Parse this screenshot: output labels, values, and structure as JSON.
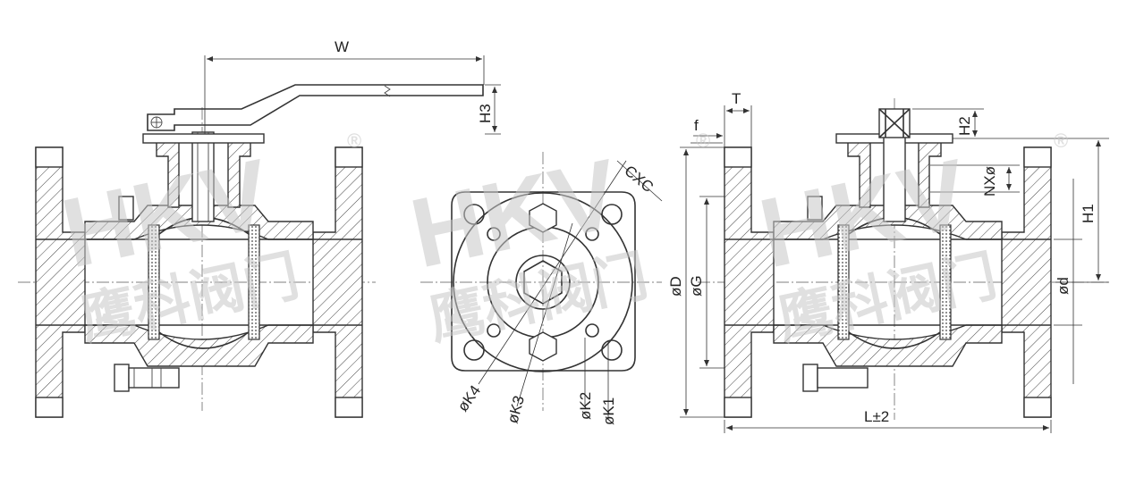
{
  "watermark": {
    "logo": "HKV",
    "subtitle": "鹰科阀门",
    "registered": "®"
  },
  "dimensions": {
    "W": "W",
    "H3": "H3",
    "T": "T",
    "f": "f",
    "H2": "H2",
    "NX_phi": "NXø",
    "H1": "H1",
    "phi_D": "øD",
    "phi_G": "øG",
    "phi_d": "ød",
    "L": "L±2",
    "CXC": "CXC",
    "phi_K4": "øK4",
    "phi_K3": "øK3",
    "phi_K2": "øK2",
    "phi_K1": "øK1"
  }
}
